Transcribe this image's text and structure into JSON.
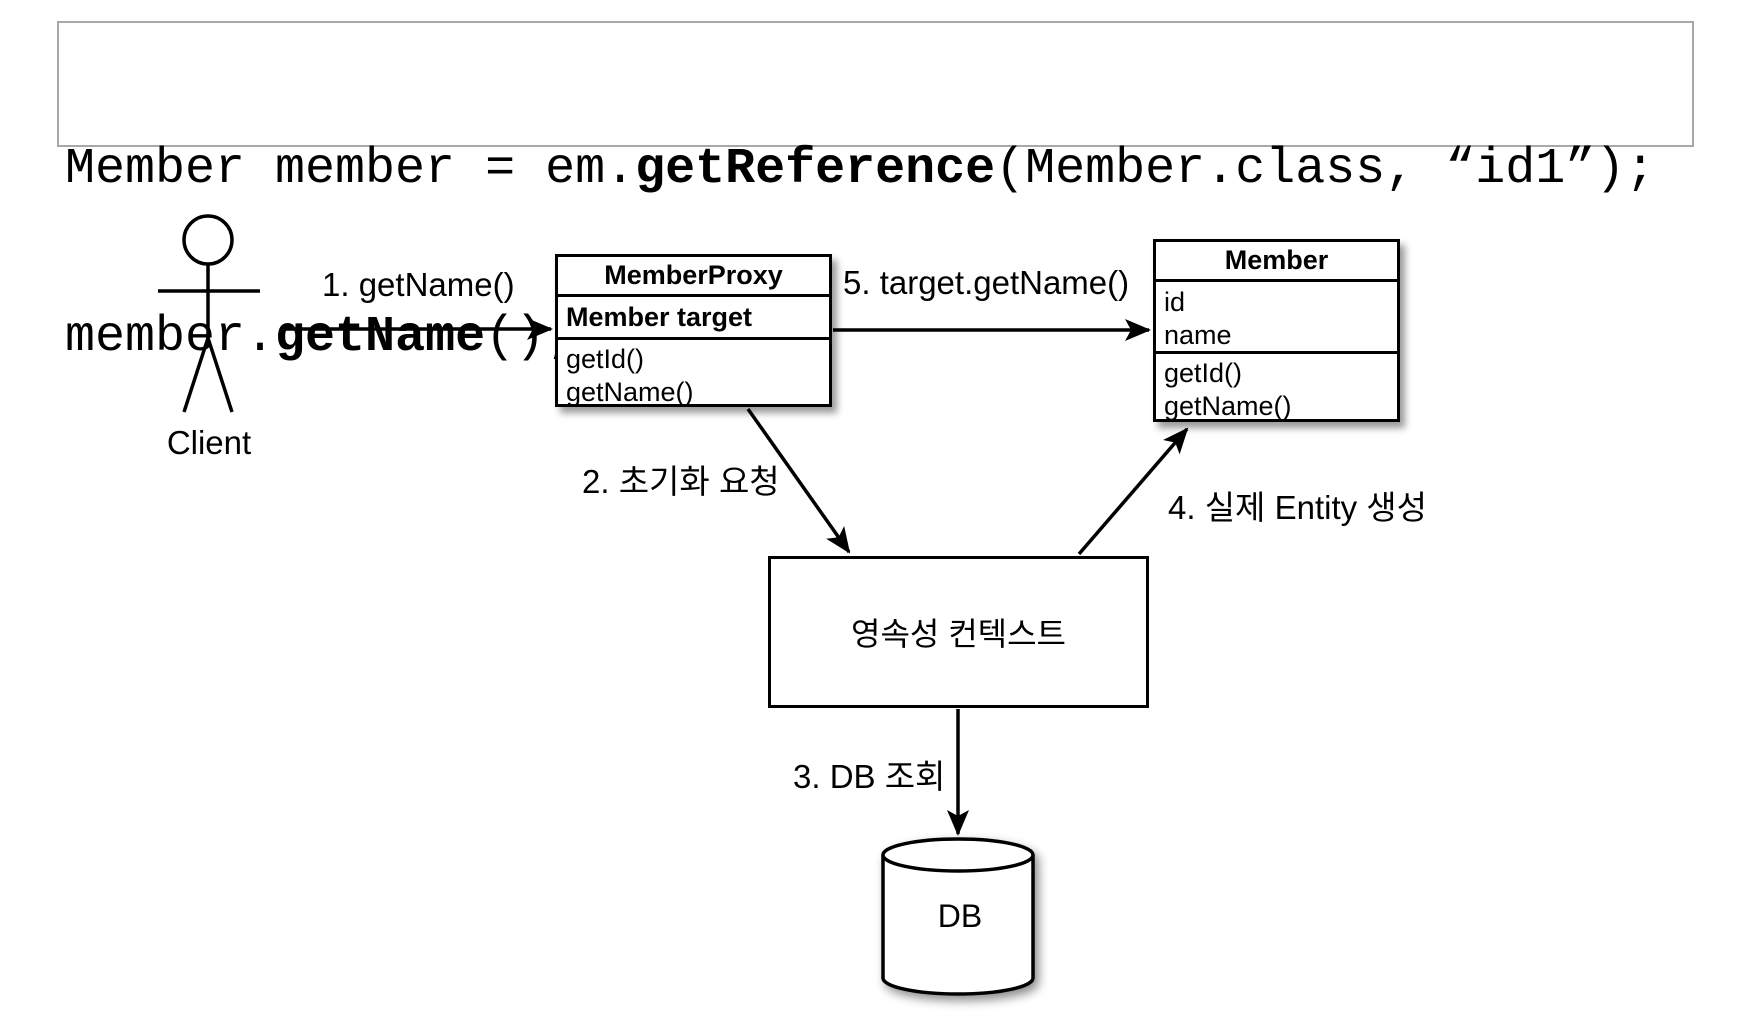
{
  "code": {
    "line1_pre": "Member member = em.",
    "line1_bold": "getReference",
    "line1_post": "(Member.class, “id1”);",
    "line2_pre": "member.",
    "line2_bold": "getName",
    "line2_post": "();"
  },
  "diagram": {
    "actor": {
      "label": "Client"
    },
    "proxy_class": {
      "title": "MemberProxy",
      "field": "Member target",
      "methods": [
        "getId()",
        "getName()"
      ]
    },
    "member_class": {
      "title": "Member",
      "attributes": [
        "id",
        "name"
      ],
      "methods": [
        "getId()",
        "getName()"
      ]
    },
    "persistence_context": {
      "label": "영속성 컨텍스트"
    },
    "database": {
      "label": "DB"
    },
    "steps": {
      "step1": "1. getName()",
      "step2": "2. 초기화 요청",
      "step3": "3. DB 조회",
      "step4": "4. 실제 Entity 생성",
      "step5": "5. target.getName()"
    }
  },
  "colors": {
    "line": "#000000",
    "background": "#ffffff",
    "code_border": "#a8a8a8"
  }
}
